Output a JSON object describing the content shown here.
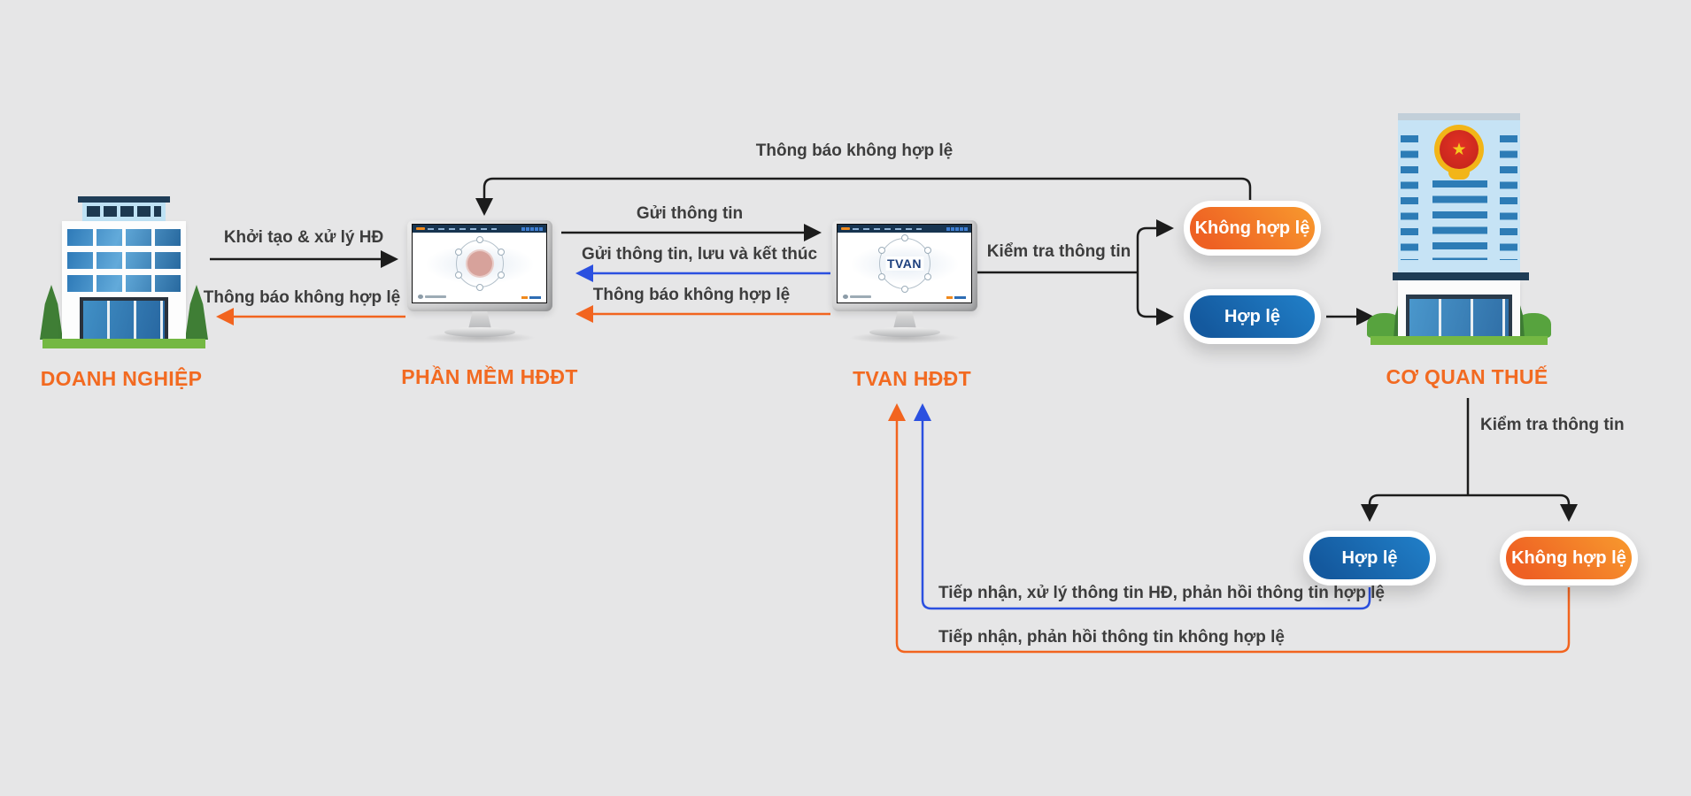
{
  "entities": {
    "enterprise": {
      "label": "DOANH NGHIỆP"
    },
    "software": {
      "label": "PHẦN MỀM HĐĐT"
    },
    "tvan": {
      "label": "TVAN HĐĐT",
      "screen_text": "TVAN"
    },
    "tax": {
      "label": "CƠ QUAN THUẾ"
    }
  },
  "flows": {
    "top_return": "Thông báo không hợp lệ",
    "create": "Khởi tạo & xử lý HĐ",
    "notify_invalid_left": "Thông báo không hợp lệ",
    "send_info": "Gửi thông tin",
    "send_save_finish": "Gửi thông tin, lưu và kết thúc",
    "notify_invalid_mid": "Thông báo không hợp lệ",
    "check_info_mid": "Kiểm tra thông tin",
    "check_info_right": "Kiểm tra thông tin",
    "receive_valid": "Tiếp nhận, xử lý thông tin HĐ, phản hồi thông tin hợp lệ",
    "receive_invalid": "Tiếp nhận, phản hồi thông tin không hợp lệ"
  },
  "pills": {
    "mid_invalid": "Không hợp lệ",
    "mid_valid": "Hợp lệ",
    "bottom_valid": "Hợp lệ",
    "bottom_invalid": "Không hợp lệ"
  },
  "colors": {
    "background": "#e6e6e7",
    "line_black": "#1c1c1c",
    "line_orange": "#f2641f",
    "line_blue": "#2b50e0",
    "entity_label": "#f26a21",
    "pill_orange": "#ee6023",
    "pill_blue": "#14599e"
  }
}
